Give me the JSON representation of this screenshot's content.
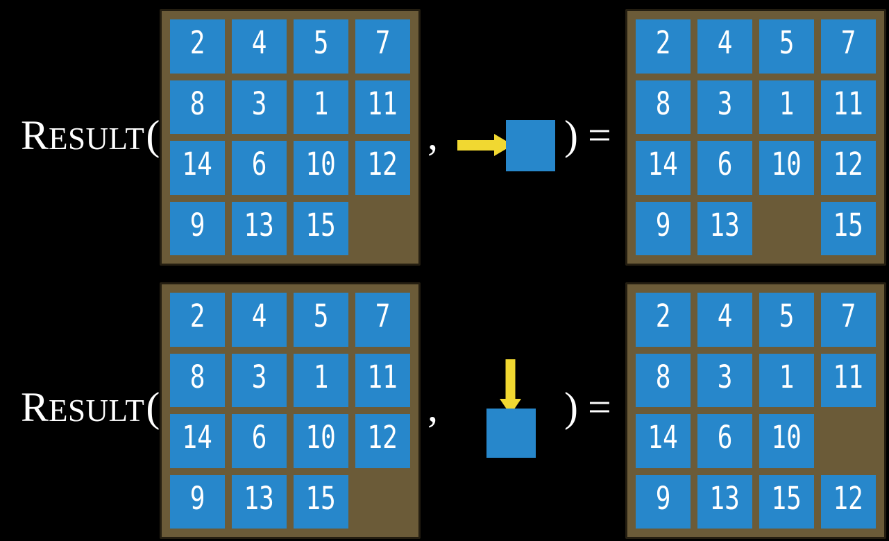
{
  "title": "RESULT function applied to a 15-puzzle state",
  "labels": {
    "result_initial": "R",
    "result_rest": "ESULT",
    "open_paren": "(",
    "comma": ",",
    "close_paren": ")",
    "equals": "="
  },
  "colors": {
    "background": "#000000",
    "board_bg": "#6b5b38",
    "board_border": "#241e11",
    "tile": "#2787cb",
    "arrow": "#f1d831",
    "text": "#ffffff"
  },
  "rows": [
    {
      "move_direction": "right",
      "input_grid": [
        [
          "2",
          "4",
          "5",
          "7"
        ],
        [
          "8",
          "3",
          "1",
          "11"
        ],
        [
          "14",
          "6",
          "10",
          "12"
        ],
        [
          "9",
          "13",
          "15",
          ""
        ]
      ],
      "output_grid": [
        [
          "2",
          "4",
          "5",
          "7"
        ],
        [
          "8",
          "3",
          "1",
          "11"
        ],
        [
          "14",
          "6",
          "10",
          "12"
        ],
        [
          "9",
          "13",
          "",
          "15"
        ]
      ]
    },
    {
      "move_direction": "down",
      "input_grid": [
        [
          "2",
          "4",
          "5",
          "7"
        ],
        [
          "8",
          "3",
          "1",
          "11"
        ],
        [
          "14",
          "6",
          "10",
          "12"
        ],
        [
          "9",
          "13",
          "15",
          ""
        ]
      ],
      "output_grid": [
        [
          "2",
          "4",
          "5",
          "7"
        ],
        [
          "8",
          "3",
          "1",
          "11"
        ],
        [
          "14",
          "6",
          "10",
          ""
        ],
        [
          "9",
          "13",
          "15",
          "12"
        ]
      ]
    }
  ]
}
